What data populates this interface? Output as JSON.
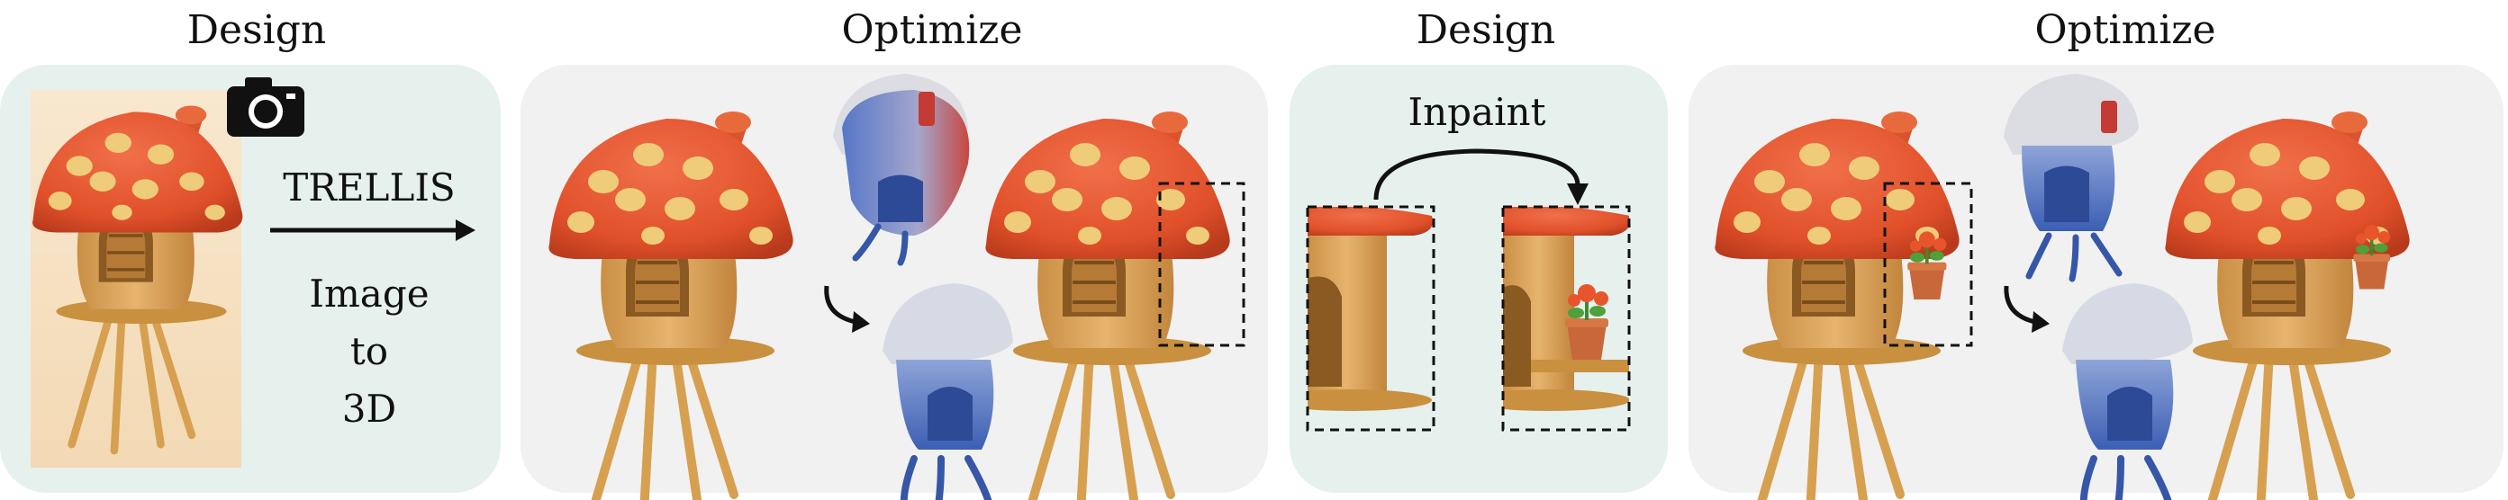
{
  "stage_headings": [
    "Design",
    "Optimize",
    "Design",
    "Optimize"
  ],
  "arrow_label_top": "TRELLIS",
  "arrow_label_bottom": [
    "Image",
    "to",
    "3D"
  ],
  "inpaint_label": "Inpaint",
  "icons": {
    "camera": "camera-icon"
  },
  "colors": {
    "panel_teal": "#e6f1ee",
    "panel_gray": "#f0f1f0",
    "cap": "#e4532a",
    "spots": "#efcc7a",
    "wood": "#d9a55c",
    "deform_blue": "#4a6fc2",
    "deform_red": "#c4504a"
  }
}
